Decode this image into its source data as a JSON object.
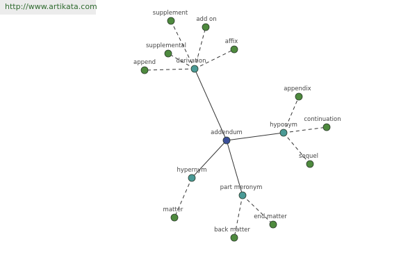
{
  "banner": {
    "url": "http://www.artikata.com"
  },
  "graph": {
    "nodes": [
      {
        "id": "addendum",
        "label": "addendum",
        "kind": "root"
      },
      {
        "id": "derivation",
        "label": "derivation",
        "kind": "relation"
      },
      {
        "id": "hyponym",
        "label": "hyponym",
        "kind": "relation"
      },
      {
        "id": "hypernym",
        "label": "hypernym",
        "kind": "relation"
      },
      {
        "id": "part-meronym",
        "label": "part meronym",
        "kind": "relation"
      },
      {
        "id": "supplement",
        "label": "supplement",
        "kind": "term"
      },
      {
        "id": "add-on",
        "label": "add on",
        "kind": "term"
      },
      {
        "id": "supplemental",
        "label": "supplemental",
        "kind": "term"
      },
      {
        "id": "affix",
        "label": "affix",
        "kind": "term"
      },
      {
        "id": "append",
        "label": "append",
        "kind": "term"
      },
      {
        "id": "appendix",
        "label": "appendix",
        "kind": "term"
      },
      {
        "id": "continuation",
        "label": "continuation",
        "kind": "term"
      },
      {
        "id": "sequel",
        "label": "sequel",
        "kind": "term"
      },
      {
        "id": "matter",
        "label": "matter",
        "kind": "term"
      },
      {
        "id": "end-matter",
        "label": "end matter",
        "kind": "term"
      },
      {
        "id": "back-matter",
        "label": "back matter",
        "kind": "term"
      }
    ],
    "edges": [
      {
        "from": "addendum",
        "to": "derivation",
        "style": "solid"
      },
      {
        "from": "addendum",
        "to": "hyponym",
        "style": "solid"
      },
      {
        "from": "addendum",
        "to": "hypernym",
        "style": "solid"
      },
      {
        "from": "addendum",
        "to": "part-meronym",
        "style": "solid"
      },
      {
        "from": "derivation",
        "to": "supplement",
        "style": "dashed"
      },
      {
        "from": "derivation",
        "to": "add-on",
        "style": "dashed"
      },
      {
        "from": "derivation",
        "to": "supplemental",
        "style": "dashed"
      },
      {
        "from": "derivation",
        "to": "affix",
        "style": "dashed"
      },
      {
        "from": "derivation",
        "to": "append",
        "style": "dashed"
      },
      {
        "from": "hyponym",
        "to": "appendix",
        "style": "dashed"
      },
      {
        "from": "hyponym",
        "to": "continuation",
        "style": "dashed"
      },
      {
        "from": "hyponym",
        "to": "sequel",
        "style": "dashed"
      },
      {
        "from": "hypernym",
        "to": "matter",
        "style": "dashed"
      },
      {
        "from": "part-meronym",
        "to": "end-matter",
        "style": "dashed"
      },
      {
        "from": "part-meronym",
        "to": "back-matter",
        "style": "dashed"
      }
    ],
    "colors": {
      "root": "#3b4f9a",
      "relation": "#4a9a96",
      "term": "#4e8a3e",
      "node_stroke": "#2a3a2a",
      "edge": "#333333",
      "label": "#444444"
    }
  }
}
